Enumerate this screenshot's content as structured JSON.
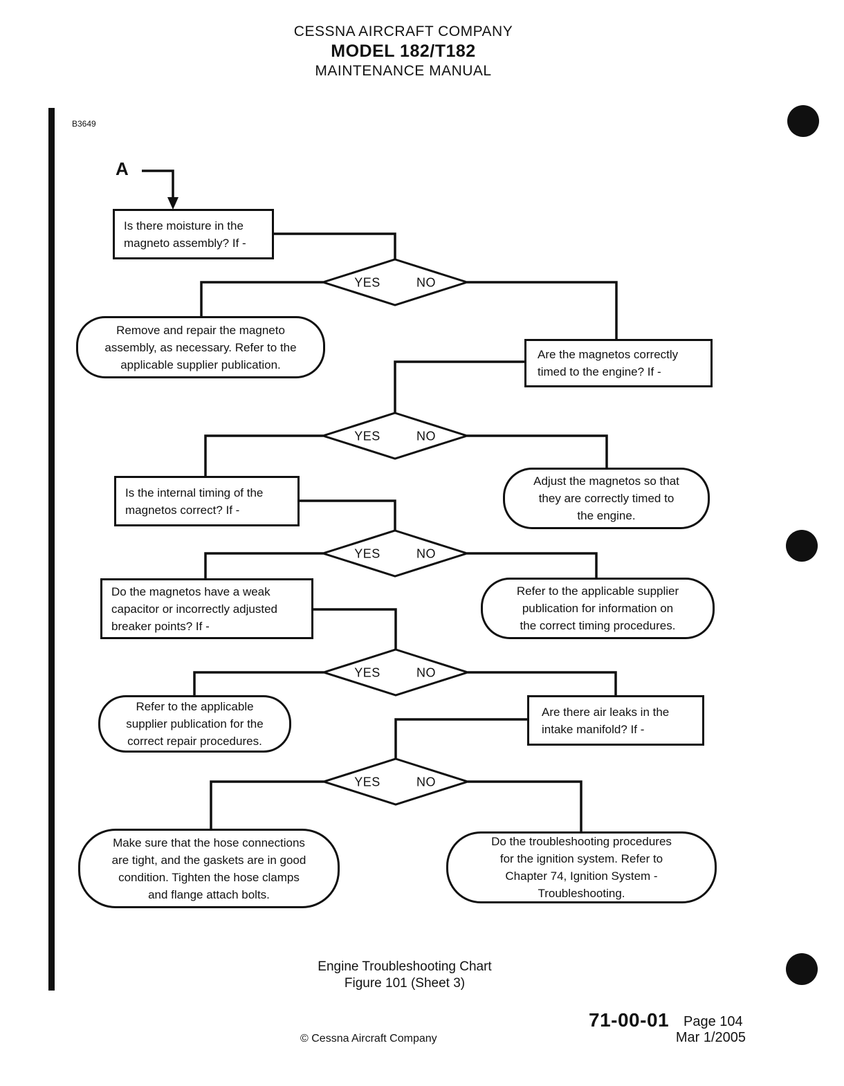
{
  "header": {
    "company": "CESSNA AIRCRAFT COMPANY",
    "model": "MODEL 182/T182",
    "manual": "MAINTENANCE MANUAL"
  },
  "figure_code": "B3649",
  "flowchart": {
    "entry_label": "A",
    "labels": {
      "yes": "YES",
      "no": "NO"
    },
    "nodes": {
      "q_moisture": {
        "type": "question",
        "text": "Is there moisture in the\nmagneto assembly?  If -"
      },
      "a_remove_repair": {
        "type": "action",
        "text": "Remove and repair the magneto\nassembly, as necessary.  Refer to the\napplicable supplier publication."
      },
      "q_timed": {
        "type": "question",
        "text": "Are the magnetos correctly\ntimed to the engine?  If -"
      },
      "a_adjust": {
        "type": "action",
        "text": "Adjust the magnetos so that\nthey are correctly timed to\nthe engine."
      },
      "q_internal_timing": {
        "type": "question",
        "text": "Is the internal timing of the\nmagnetos correct?  If -"
      },
      "a_refer_timing": {
        "type": "action",
        "text": "Refer to the applicable supplier\npublication for information on\nthe correct timing procedures."
      },
      "q_capacitor": {
        "type": "question",
        "text": "Do the magnetos have a weak\ncapacitor or incorrectly adjusted\nbreaker points?  If -"
      },
      "a_refer_repair": {
        "type": "action",
        "text": "Refer to the applicable\nsupplier publication for the\ncorrect repair procedures."
      },
      "q_air_leaks": {
        "type": "question",
        "text": "Are there air leaks in the\nintake manifold?  If -"
      },
      "a_hose": {
        "type": "action",
        "text": "Make sure that the hose connections\nare tight, and the gaskets are in good\ncondition. Tighten the hose clamps\nand flange attach bolts."
      },
      "a_ignition": {
        "type": "action",
        "text": "Do the troubleshooting procedures\nfor the ignition system.  Refer to\nChapter 74, Ignition System -\nTroubleshooting."
      }
    }
  },
  "caption": {
    "title": "Engine Troubleshooting Chart",
    "figure": "Figure 101 (Sheet 3)"
  },
  "footer": {
    "copyright": "© Cessna Aircraft Company",
    "section": "71-00-01",
    "page": "Page 104",
    "date": "Mar 1/2005"
  }
}
